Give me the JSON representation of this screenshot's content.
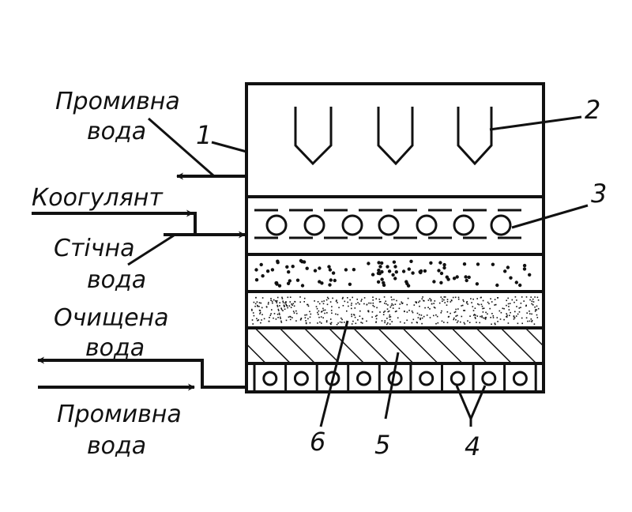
{
  "labels": {
    "wash_water_top_1": "Промивна",
    "wash_water_top_2": "вода",
    "coagulant": "Коогулянт",
    "wastewater_1": "Стічна",
    "wastewater_2": "вода",
    "cleaned_water_1": "Очищена",
    "cleaned_water_2": "вода",
    "wash_water_bottom_1": "Промивна",
    "wash_water_bottom_2": "вода"
  },
  "callouts": {
    "n1": "1",
    "n2": "2",
    "n3": "3",
    "n4": "4",
    "n5": "5",
    "n6": "6"
  },
  "colors": {
    "ink": "#111111",
    "background": "#ffffff"
  }
}
